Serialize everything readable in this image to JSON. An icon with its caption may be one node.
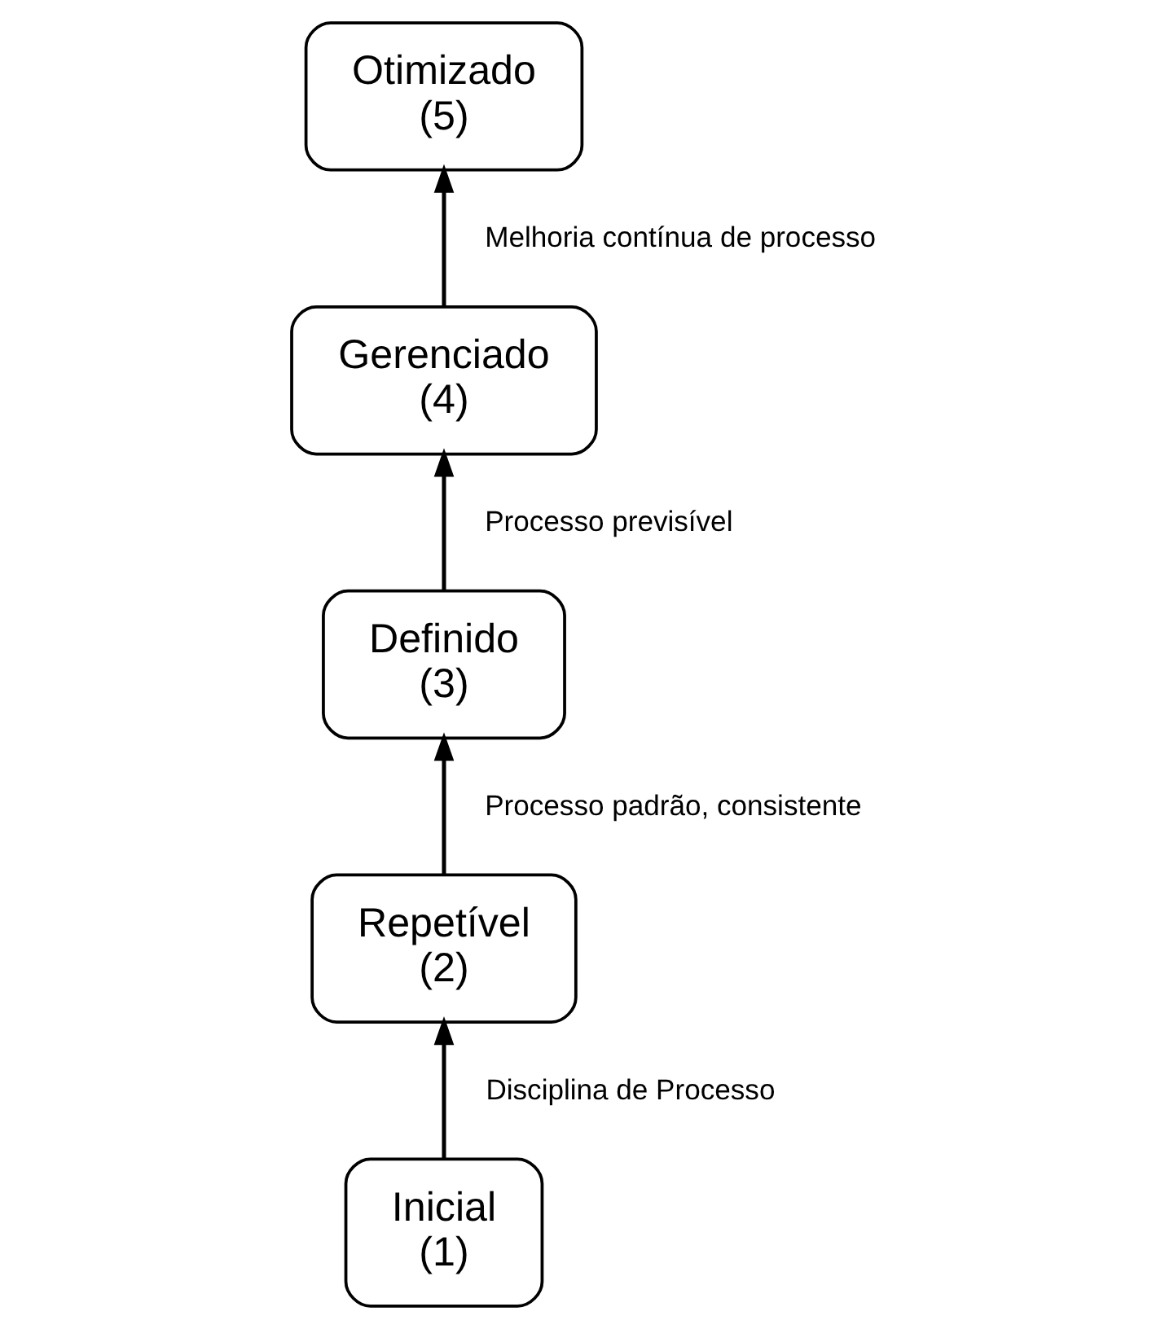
{
  "diagram": {
    "nodes": [
      {
        "text": [
          "Inicial",
          "(1)"
        ]
      },
      {
        "text": [
          "Repetível",
          "(2)"
        ]
      },
      {
        "text": [
          "Definido",
          "(3)"
        ]
      },
      {
        "text": [
          "Gerenciado",
          "(4)"
        ]
      },
      {
        "text": [
          "Otimizado",
          "(5)"
        ]
      }
    ],
    "edges": [
      {
        "from": 0,
        "to": 1,
        "arrow": "to",
        "label": "Disciplina de Processo"
      },
      {
        "from": 1,
        "to": 2,
        "arrow": "to",
        "label": "Processo padrão, consistente"
      },
      {
        "from": 2,
        "to": 3,
        "arrow": "to",
        "label": "Processo previsível"
      },
      {
        "from": 3,
        "to": 4,
        "arrow": "to",
        "label": "Melhoria contínua de processo"
      }
    ]
  }
}
